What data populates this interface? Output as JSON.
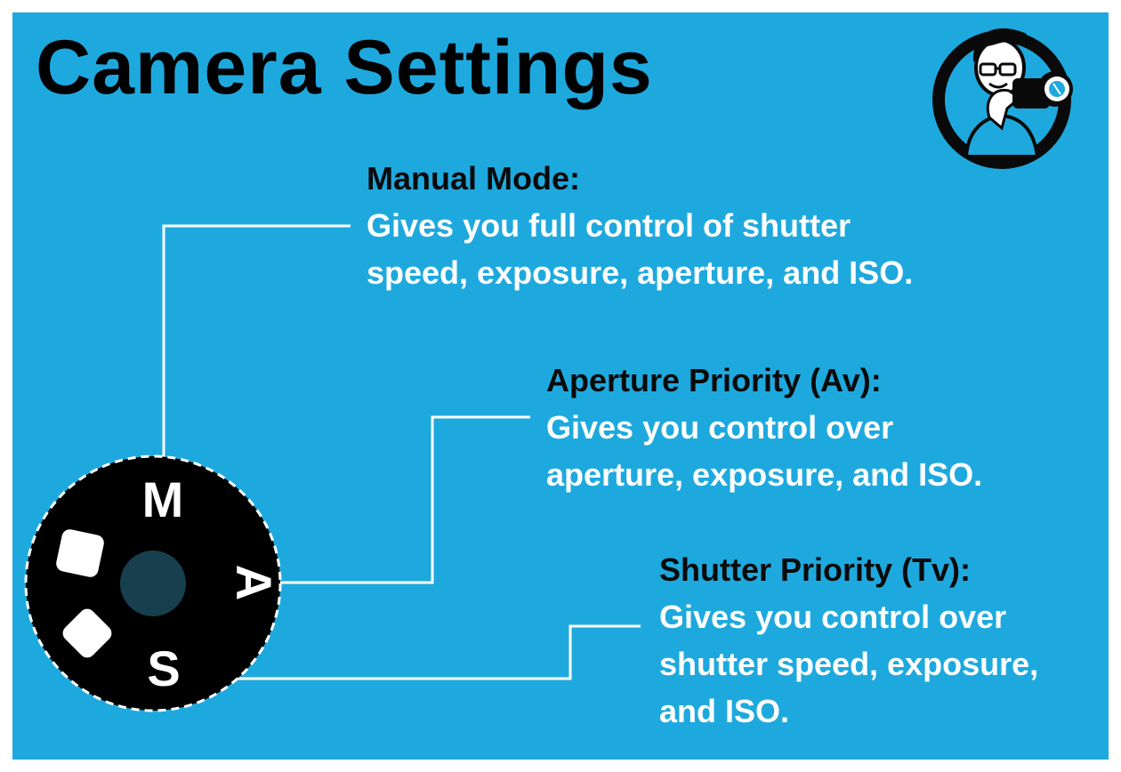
{
  "title": "Camera Settings",
  "colors": {
    "background": "#1ea9de",
    "heading_text": "#0a0a0a",
    "body_text": "#ffffff",
    "dial": "#000000",
    "dial_center": "#183f4e"
  },
  "logo": {
    "icon": "photographer-with-camera-logo"
  },
  "dial": {
    "icon": "camera-mode-dial",
    "letters": {
      "m": "M",
      "a": "A",
      "s": "S"
    }
  },
  "modes": [
    {
      "heading": "Manual Mode:",
      "lines": [
        "Gives you full control of shutter",
        "speed, exposure, aperture, and ISO."
      ]
    },
    {
      "heading": "Aperture Priority (Av):",
      "lines": [
        "Gives you control over",
        "aperture, exposure, and ISO."
      ]
    },
    {
      "heading": "Shutter Priority (Tv):",
      "lines": [
        "Gives you control over",
        "shutter speed, exposure,",
        "and ISO."
      ]
    }
  ]
}
